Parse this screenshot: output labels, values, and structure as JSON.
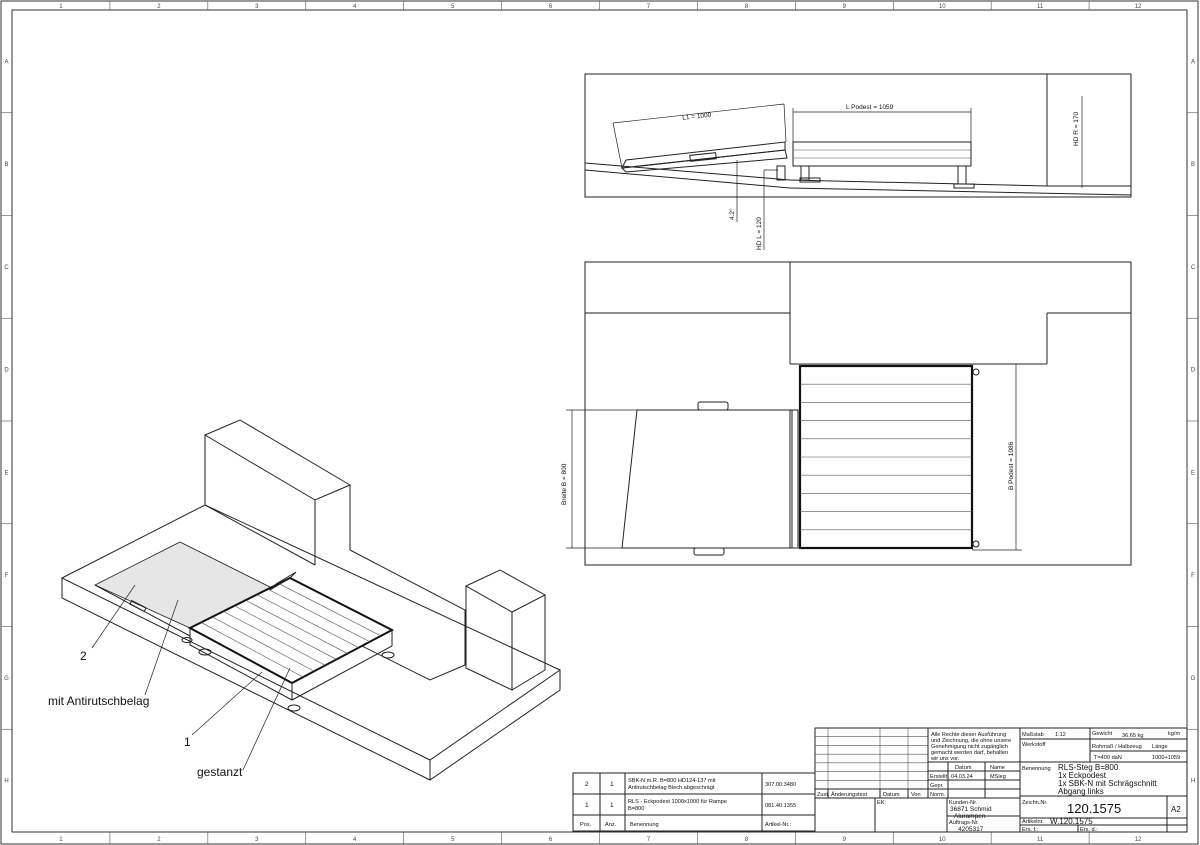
{
  "border": {
    "columns": [
      "1",
      "2",
      "3",
      "4",
      "5",
      "6",
      "7",
      "8",
      "9",
      "10",
      "11",
      "12"
    ],
    "rows": [
      "A",
      "B",
      "C",
      "D",
      "E",
      "F",
      "G",
      "H"
    ]
  },
  "side_view": {
    "dim_l1": "L1 = 1000",
    "dim_l_podest": "L Podest = 1059",
    "dim_hd_r": "HD R = 170",
    "dim_angle": "4.2°",
    "dim_hd_l": "HD L = 120"
  },
  "top_view": {
    "dim_breite": "Breite B = 800",
    "dim_b_podest": "B Podest = 1086"
  },
  "iso_view": {
    "callout_2": "2",
    "callout_belag": "mit Antirutschbelag",
    "callout_1": "1",
    "callout_gestanzt": "gestanzt"
  },
  "parts_list": {
    "headers": {
      "pos": "Pos.",
      "anz": "Anz.",
      "benennung": "Benennung",
      "artikel": "Artikel-Nr.:"
    },
    "rows": [
      {
        "pos": "2",
        "anz": "1",
        "benennung_1": "SBK-N m.R. B=800  HD124-137 mit",
        "benennung_2": "Antirutschbelag  Blech abgeschrägt",
        "artikel": "307.00.3480"
      },
      {
        "pos": "1",
        "anz": "1",
        "benennung_1": "RLS - Eckpodest 1000x1000  für Rampe",
        "benennung_2": "B=800",
        "artikel": "081.40.1355"
      }
    ]
  },
  "title_block": {
    "rights_1": "Alle Rechte dieser Ausführung",
    "rights_2": "und Zeichnung, die ohne unsere",
    "rights_3": "Genehmigung nicht zugänglich",
    "rights_4": "gemacht werden darf, behalten",
    "rights_5": "wir uns vor.",
    "rev_zust": "Zust.",
    "rev_text": "Änderungstext",
    "rev_datum": "Datum",
    "rev_von": "Von",
    "col_datum": "Datum",
    "col_name": "Name",
    "erstellt_label": "Erstellt",
    "erstellt_date": "04.03.24",
    "erstellt_name": "MSieg",
    "gepr_label": "Gepr.",
    "norm_label": "Norm.",
    "ek_label": "EK:",
    "kunden_label": "Kunden-Nr.",
    "kunden_value": "36871 Schmid",
    "kunden_value_2": "Alurampen",
    "auftrags_label": "Auftrags-Nr.",
    "auftrags_value": "4205317",
    "massstab_label": "Maßstab",
    "massstab_value": "1:12",
    "gewicht_label": "Gewicht",
    "gewicht_value": "36.65 kg",
    "gewicht_unit": "kg/m",
    "werkstoff_label": "Werkstoff",
    "rohmass_label": "Rohmaß / Halbzeug",
    "laenge_label": "Länge",
    "rohmass_value": "T=400 daN",
    "laenge_value": "1000+1059",
    "benennung_label": "Benennung",
    "benennung_1": "RLS-Steg B=800",
    "benennung_2": "1x Eckpodest",
    "benennung_3": "1x SBK-N mit Schrägschnitt",
    "benennung_4": "Abgang links",
    "zeichnr_label": "Zeichn.Nr.",
    "zeichnr_value": "120.1575",
    "format_value": "A2",
    "artikel_label": "Artikelnr.",
    "artikel_value": "W.120.1575",
    "ers_fuer": "Ers. f.:",
    "ers_durch": "Ers. d.:"
  }
}
